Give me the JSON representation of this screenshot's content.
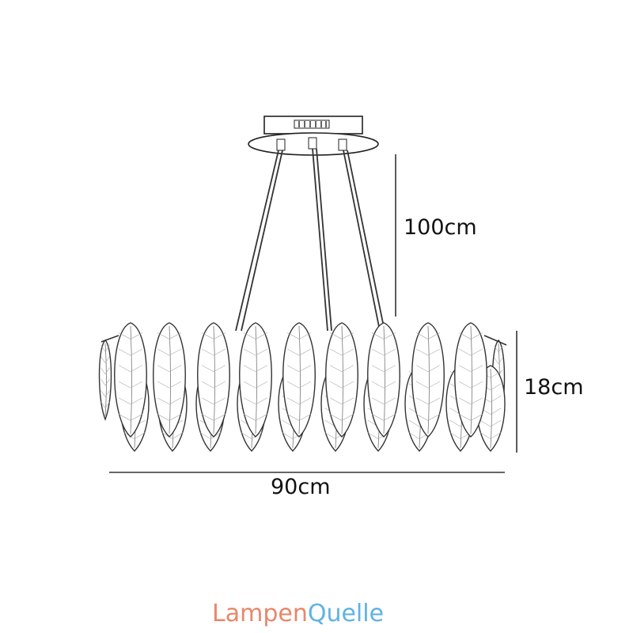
{
  "dimensions": {
    "suspension_height": "100cm",
    "fixture_height": "18cm",
    "fixture_width": "90cm"
  },
  "logo": {
    "part1": "Lampen",
    "part2": "Quelle",
    "colors": {
      "part1": "#e8876a",
      "part2": "#5fb3e3"
    }
  },
  "drawing": {
    "subject": "oval pendant chandelier with feather-shaped glass leaves",
    "style": "black line drawing on white",
    "leaf_count_top_row": 11,
    "leaf_count_bottom_row": 11
  }
}
